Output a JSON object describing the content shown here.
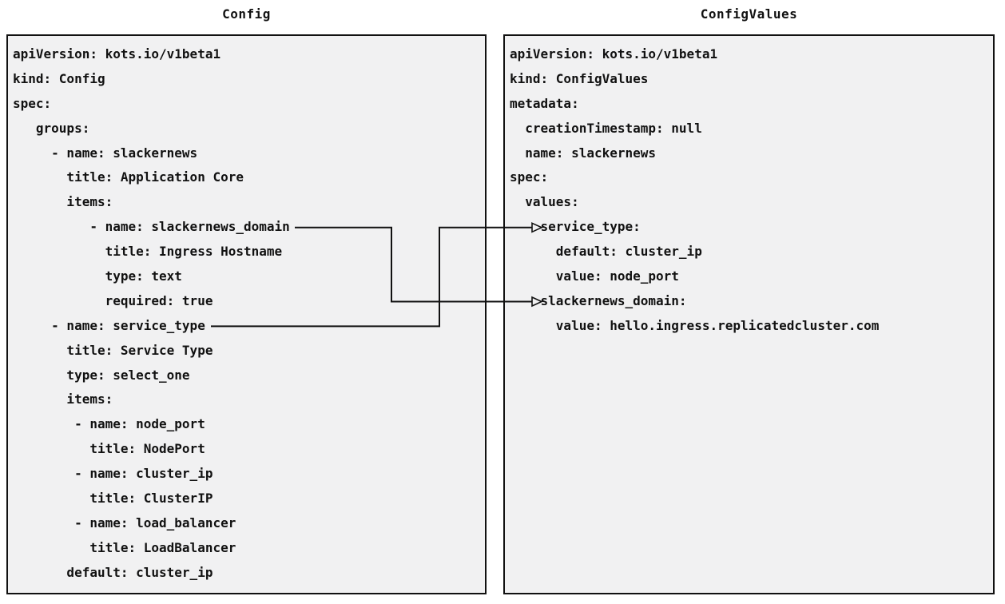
{
  "colors": {
    "panel_background": "#f1f1f2",
    "panel_border": "#111111",
    "text": "#111111",
    "connector_line": "#111111"
  },
  "panels": [
    {
      "id": "config",
      "title": "Config",
      "lines": [
        "apiVersion: kots.io/v1beta1",
        "kind: Config",
        "spec:",
        "   groups:",
        "     - name: slackernews",
        "       title: Application Core",
        "       items:",
        "          - name: slackernews_domain",
        "            title: Ingress Hostname",
        "            type: text",
        "            required: true",
        "     - name: service_type",
        "       title: Service Type",
        "       type: select_one",
        "       items:",
        "        - name: node_port",
        "          title: NodePort",
        "        - name: cluster_ip",
        "          title: ClusterIP",
        "        - name: load_balancer",
        "          title: LoadBalancer",
        "       default: cluster_ip"
      ]
    },
    {
      "id": "configvalues",
      "title": "ConfigValues",
      "lines": [
        "apiVersion: kots.io/v1beta1",
        "kind: ConfigValues",
        "metadata:",
        "  creationTimestamp: null",
        "  name: slackernews",
        "spec:",
        "  values:",
        "    service_type:",
        "      default: cluster_ip",
        "      value: node_port",
        "    slackernews_domain:",
        "      value: hello.ingress.replicatedcluster.com"
      ]
    }
  ],
  "connectors": [
    {
      "from": "slackernews_domain",
      "to": "slackernews_domain"
    },
    {
      "from": "service_type",
      "to": "service_type"
    }
  ]
}
